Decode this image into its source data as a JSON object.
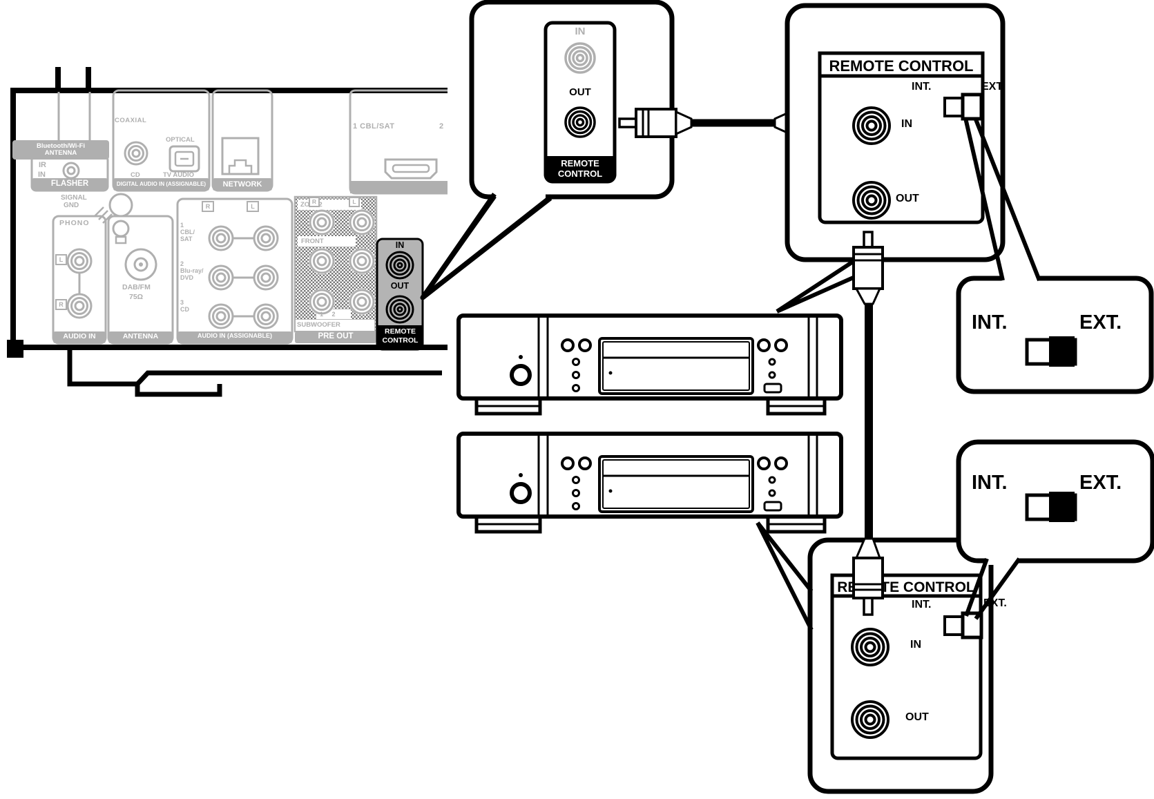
{
  "colors": {
    "ghost_gray": "#afafaf",
    "highlight_bg": "#b4b4b4",
    "line_black": "#000000",
    "band_text": "#ffffff"
  },
  "receiver": {
    "bt": {
      "l1": "Bluetooth/Wi-Fi",
      "l2": "ANTENNA"
    },
    "flasher": {
      "ir": "IR",
      "in": "IN",
      "band": "FLASHER"
    },
    "digital": {
      "coaxial": "COAXIAL",
      "optical": "OPTICAL",
      "cd": "CD",
      "tv": "TV AUDIO",
      "band": "DIGITAL AUDIO IN (ASSIGNABLE)"
    },
    "network": {
      "band": "NETWORK"
    },
    "hdmi": {
      "label": "1 CBL/SAT",
      "label2": "2"
    },
    "gnd": {
      "l1": "SIGNAL",
      "l2": "GND"
    },
    "phono": {
      "title": "PHONO",
      "l": "L",
      "r": "R",
      "band": "AUDIO IN"
    },
    "tuner": {
      "l1": "DAB/FM",
      "l2": "75Ω",
      "band": "ANTENNA"
    },
    "audio_in": {
      "r": "R",
      "l": "L",
      "band": "AUDIO IN (ASSIGNABLE)",
      "rows": [
        {
          "num": "1",
          "l1": "CBL/",
          "l2": "SAT"
        },
        {
          "num": "2",
          "l1": "Blu-ray/",
          "l2": "DVD"
        },
        {
          "num": "3",
          "l1": "CD",
          "l2": ""
        }
      ]
    },
    "pre_out": {
      "zone2": "ZONE2",
      "r": "R",
      "l": "L",
      "front": "FRONT",
      "sub": "SUBWOOFER",
      "nums": "1 2",
      "band": "PRE OUT"
    },
    "remote": {
      "in": "IN",
      "out": "OUT",
      "l1": "REMOTE",
      "l2": "CONTROL"
    }
  },
  "jack_callout": {
    "in": "IN",
    "out": "OUT",
    "l1": "REMOTE",
    "l2": "CONTROL"
  },
  "unit_top": {
    "title": "REMOTE CONTROL",
    "int": "INT.",
    "ext": "EXT.",
    "in": "IN",
    "out": "OUT"
  },
  "unit_bottom": {
    "title": "REMOTE CONTROL",
    "int": "INT.",
    "ext": "EXT.",
    "in": "IN",
    "out": "OUT"
  },
  "switch_zoom_top": {
    "int": "INT.",
    "ext": "EXT."
  },
  "switch_zoom_bottom": {
    "int": "INT.",
    "ext": "EXT."
  }
}
